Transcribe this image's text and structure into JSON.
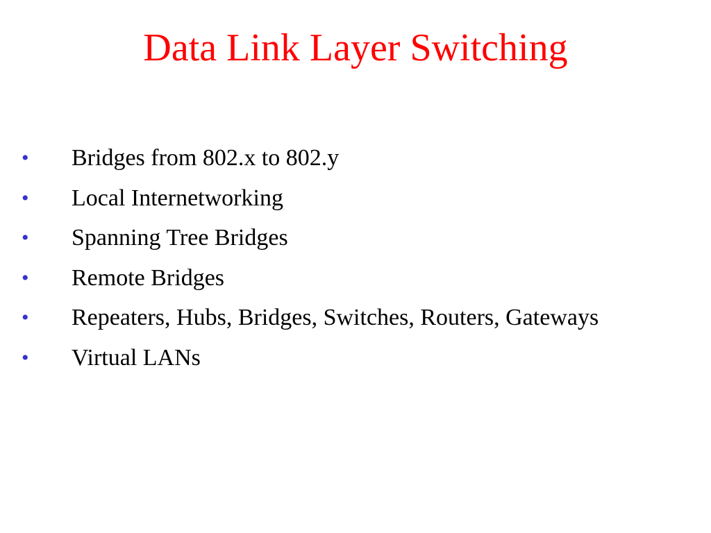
{
  "slide": {
    "title": "Data Link Layer Switching",
    "bullet_glyph": "•",
    "bullet_color": "#3333cc",
    "title_color": "#ff0000",
    "items": [
      "Bridges from 802.x to 802.y",
      "Local Internetworking",
      "Spanning Tree Bridges",
      "Remote Bridges",
      "Repeaters, Hubs, Bridges, Switches, Routers, Gateways",
      "Virtual LANs"
    ]
  }
}
